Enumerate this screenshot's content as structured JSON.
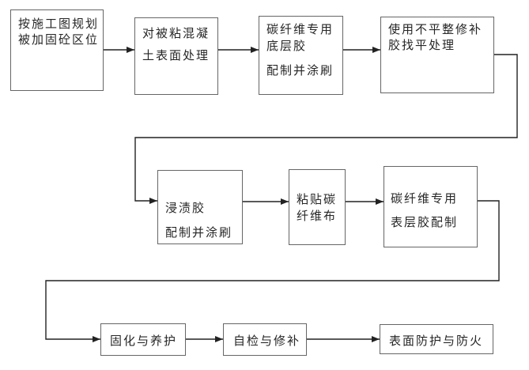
{
  "diagram": {
    "type": "flowchart",
    "colors": {
      "background": "#ffffff",
      "box_border": "#666666",
      "connector": "#222222",
      "text": "#262626"
    },
    "nodes": [
      {
        "id": "plan-regions",
        "lines": [
          "按施工图规划",
          "被加固砼区位"
        ]
      },
      {
        "id": "surface-treatment",
        "lines": [
          "对被粘混凝",
          "土表面处理"
        ]
      },
      {
        "id": "primer-adhesive",
        "lines": [
          "碳纤维专用",
          "底层胶",
          "配制并涂刷"
        ]
      },
      {
        "id": "leveling-repair",
        "lines": [
          "使用不平整修补",
          "胶找平处理"
        ]
      },
      {
        "id": "impregnating-adhesive",
        "lines": [
          "浸渍胶",
          "配制并涂刷"
        ]
      },
      {
        "id": "paste-cfrp",
        "lines": [
          "粘贴碳",
          "纤维布"
        ]
      },
      {
        "id": "topcoat-adhesive",
        "lines": [
          "碳纤维专用",
          "表层胶配制"
        ]
      },
      {
        "id": "curing",
        "lines": [
          "固化与养护"
        ]
      },
      {
        "id": "inspection-repair",
        "lines": [
          "自检与修补"
        ]
      },
      {
        "id": "surface-protection",
        "lines": [
          "表面防护与防火"
        ]
      }
    ],
    "edges": [
      {
        "from": "plan-regions",
        "to": "surface-treatment"
      },
      {
        "from": "surface-treatment",
        "to": "primer-adhesive"
      },
      {
        "from": "primer-adhesive",
        "to": "leveling-repair"
      },
      {
        "from": "leveling-repair",
        "to": "impregnating-adhesive"
      },
      {
        "from": "impregnating-adhesive",
        "to": "paste-cfrp"
      },
      {
        "from": "paste-cfrp",
        "to": "topcoat-adhesive"
      },
      {
        "from": "topcoat-adhesive",
        "to": "curing"
      },
      {
        "from": "curing",
        "to": "inspection-repair"
      },
      {
        "from": "inspection-repair",
        "to": "surface-protection"
      }
    ]
  }
}
